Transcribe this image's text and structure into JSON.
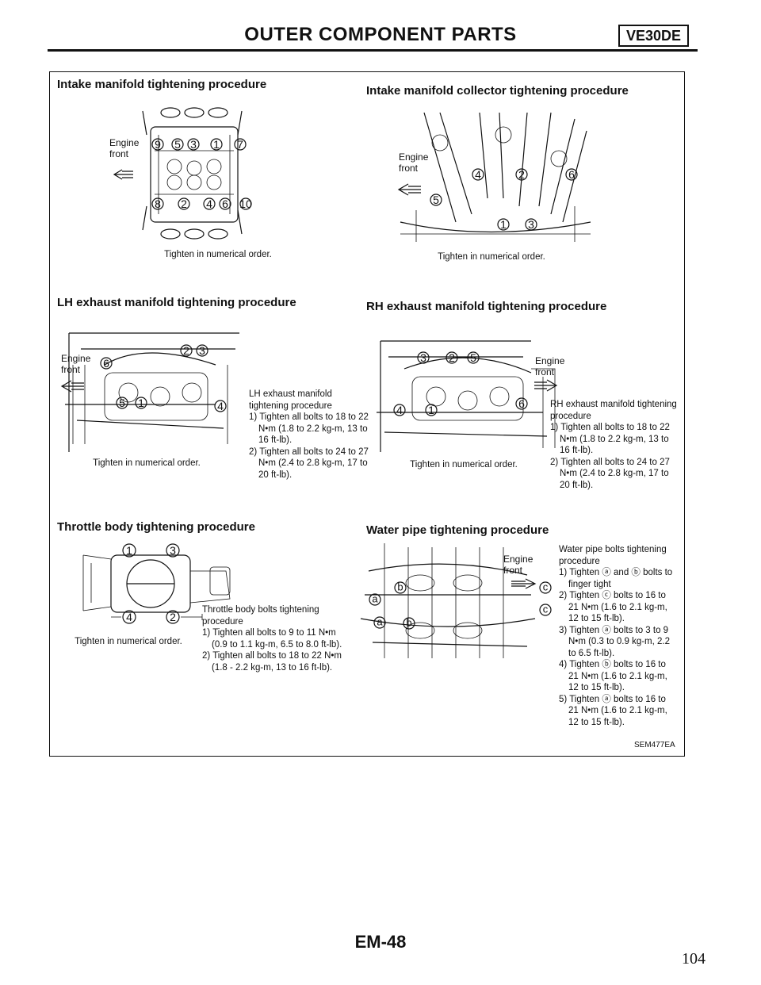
{
  "header": {
    "title": "OUTER COMPONENT PARTS",
    "model": "VE30DE"
  },
  "intake": {
    "title": "Intake manifold tightening procedure",
    "caption": "Tighten in numerical order.",
    "engine": "Engine",
    "front": "front",
    "nums": [
      "9",
      "5",
      "3",
      "1",
      "7",
      "8",
      "2",
      "4",
      "6",
      "10"
    ]
  },
  "collector": {
    "title": "Intake manifold collector tightening procedure",
    "caption": "Tighten in numerical order.",
    "engine": "Engine",
    "front": "front",
    "nums": [
      "4",
      "2",
      "6",
      "5",
      "1",
      "3"
    ]
  },
  "lh": {
    "title": "LH exhaust manifold tightening procedure",
    "caption": "Tighten in numerical order.",
    "engine": "Engine",
    "front": "front",
    "nums": [
      "6",
      "2",
      "3",
      "5",
      "1",
      "4"
    ],
    "note": {
      "heading": "LH exhaust manifold tightening procedure",
      "steps": [
        "1) Tighten all bolts to 18 to 22 N•m (1.8 to 2.2 kg-m, 13 to 16 ft-lb).",
        "2) Tighten all bolts to 24 to 27 N•m (2.4 to 2.8 kg-m, 17 to 20 ft-lb)."
      ]
    }
  },
  "rh": {
    "title": "RH exhaust manifold tightening procedure",
    "caption": "Tighten in numerical order.",
    "engine": "Engine",
    "front": "front",
    "nums": [
      "3",
      "2",
      "5",
      "4",
      "1",
      "6"
    ],
    "note": {
      "heading": "RH exhaust manifold tightening procedure",
      "steps": [
        "1) Tighten all bolts to 18 to 22 N•m (1.8 to 2.2 kg-m, 13 to 16 ft-lb).",
        "2) Tighten all bolts to 24 to 27 N•m (2.4 to 2.8 kg-m, 17 to 20 ft-lb)."
      ]
    }
  },
  "throttle": {
    "title": "Throttle body tightening procedure",
    "caption": "Tighten in numerical order.",
    "nums": [
      "1",
      "3",
      "4",
      "2"
    ],
    "note": {
      "heading": "Throttle body bolts tightening procedure",
      "steps": [
        "1) Tighten all bolts to 9 to 11 N•m (0.9 to 1.1 kg-m, 6.5 to 8.0 ft-lb).",
        "2) Tighten all bolts to 18 to 22 N•m (1.8 - 2.2 kg-m, 13 to 16 ft-lb)."
      ]
    }
  },
  "water": {
    "title": "Water pipe tightening procedure",
    "engine": "Engine",
    "front": "front",
    "letters": [
      "b",
      "a",
      "a",
      "b",
      "c",
      "c"
    ],
    "note": {
      "heading": "Water pipe bolts tightening procedure",
      "steps": [
        "1) Tighten ⓐ and ⓑ bolts to finger tight",
        "2) Tighten ⓒ bolts to 16 to 21 N•m (1.6 to 2.1 kg-m, 12 to 15 ft-lb).",
        "3) Tighten ⓐ bolts to 3 to 9 N•m (0.3 to 0.9 kg-m, 2.2 to 6.5 ft-lb).",
        "4) Tighten ⓑ bolts to 16 to 21 N•m (1.6 to 2.1 kg-m, 12 to 15 ft-lb).",
        "5) Tighten ⓐ bolts to 16 to 21 N•m (1.6 to 2.1 kg-m, 12 to 15 ft-lb)."
      ]
    }
  },
  "figure_code": "SEM477EA",
  "footer": {
    "page_code": "EM-48",
    "page_number": "104"
  }
}
